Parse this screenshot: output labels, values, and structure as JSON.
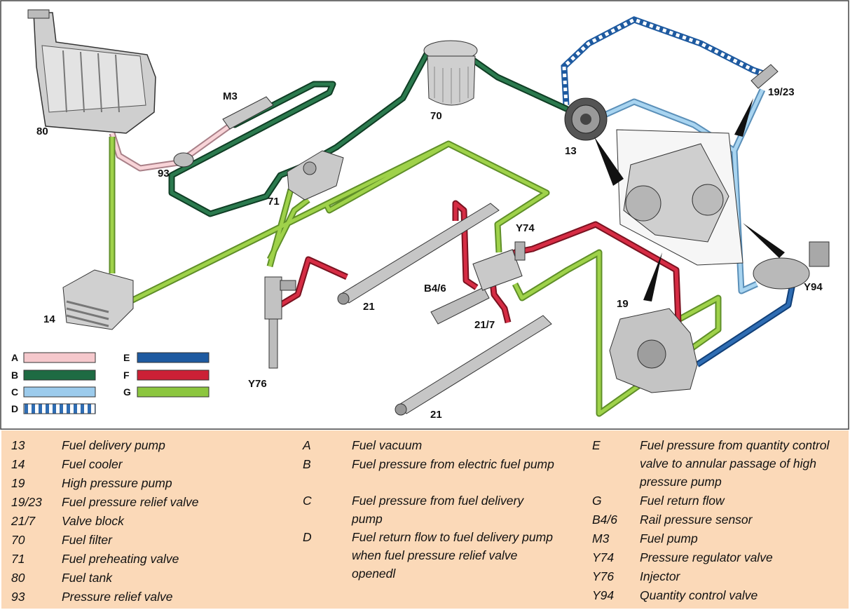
{
  "diagram": {
    "component_labels": {
      "c80": "80",
      "c93": "93",
      "cM3": "M3",
      "c71": "71",
      "c70": "70",
      "c13": "13",
      "c19_23": "19/23",
      "c14": "14",
      "cY76": "Y76",
      "c21a": "21",
      "c21b": "21",
      "cB4_6": "B4/6",
      "c21_7": "21/7",
      "cY74": "Y74",
      "c19": "19",
      "cY94": "Y94"
    },
    "line_key": {
      "A": {
        "letter": "A",
        "color": "#f5c8cc"
      },
      "B": {
        "letter": "B",
        "color": "#1e6b43"
      },
      "C": {
        "letter": "C",
        "color": "#9ccbec"
      },
      "D": {
        "letter": "D",
        "color": "#2f6db3"
      },
      "E": {
        "letter": "E",
        "color": "#1e5aa0"
      },
      "F": {
        "letter": "F",
        "color": "#cc2036"
      },
      "G": {
        "letter": "G",
        "color": "#8cc63f"
      }
    }
  },
  "legend": {
    "col1": [
      {
        "code": "13",
        "desc": "Fuel delivery pump"
      },
      {
        "code": "14",
        "desc": "Fuel cooler"
      },
      {
        "code": "19",
        "desc": "High pressure pump"
      },
      {
        "code": "19/23",
        "desc": "Fuel pressure relief valve"
      },
      {
        "code": "21/7",
        "desc": "Valve block"
      },
      {
        "code": "70",
        "desc": "Fuel filter"
      },
      {
        "code": "71",
        "desc": "Fuel preheating valve"
      },
      {
        "code": "80",
        "desc": "Fuel tank"
      },
      {
        "code": "93",
        "desc": "Pressure relief valve"
      }
    ],
    "col2": [
      {
        "code": "A",
        "desc": "Fuel vacuum"
      },
      {
        "code": "B",
        "desc": "Fuel pressure from electric fuel pump"
      },
      {
        "code": "C",
        "desc": "Fuel pressure from fuel delivery pump"
      },
      {
        "code": "D",
        "desc": "Fuel return flow to fuel delivery pump when fuel pressure relief valve openedl"
      }
    ],
    "col3": [
      {
        "code": "E",
        "desc": "Fuel pressure from quantity control valve to annular passage of high pressure pump"
      },
      {
        "code": "G",
        "desc": "Fuel return flow"
      },
      {
        "code": "B4/6",
        "desc": "Rail pressure sensor"
      },
      {
        "code": "M3",
        "desc": "Fuel pump"
      },
      {
        "code": "Y74",
        "desc": "Pressure regulator valve"
      },
      {
        "code": "Y76",
        "desc": "Injector"
      },
      {
        "code": "Y94",
        "desc": "Quantity control valve"
      }
    ]
  }
}
